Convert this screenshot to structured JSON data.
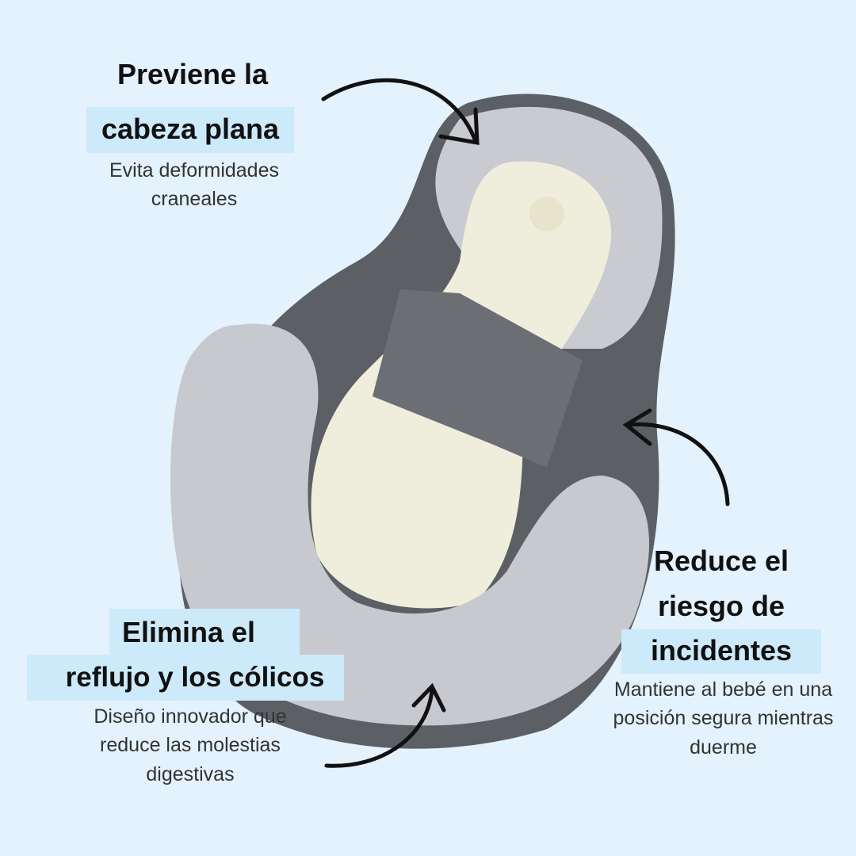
{
  "callouts": [
    {
      "title_line1": "Previene la",
      "title_line2": "cabeza plana",
      "description_line1": "Evita deformidades",
      "description_line2": "craneales"
    },
    {
      "title_line1": "Reduce el",
      "title_line2": "riesgo de",
      "title_line3": "incidentes",
      "description_line1": "Mantiene al bebé en una",
      "description_line2": "posición segura mientras",
      "description_line3": "duerme"
    },
    {
      "title_line1": "Elimina el",
      "title_line2": "reflujo y los cólicos",
      "description_line1": "Diseño innovador que",
      "description_line2": "reduce las molestias",
      "description_line3": "digestivas"
    }
  ],
  "colors": {
    "background": "#e3f2fd",
    "highlight": "#cdeafb",
    "text": "#111111"
  }
}
